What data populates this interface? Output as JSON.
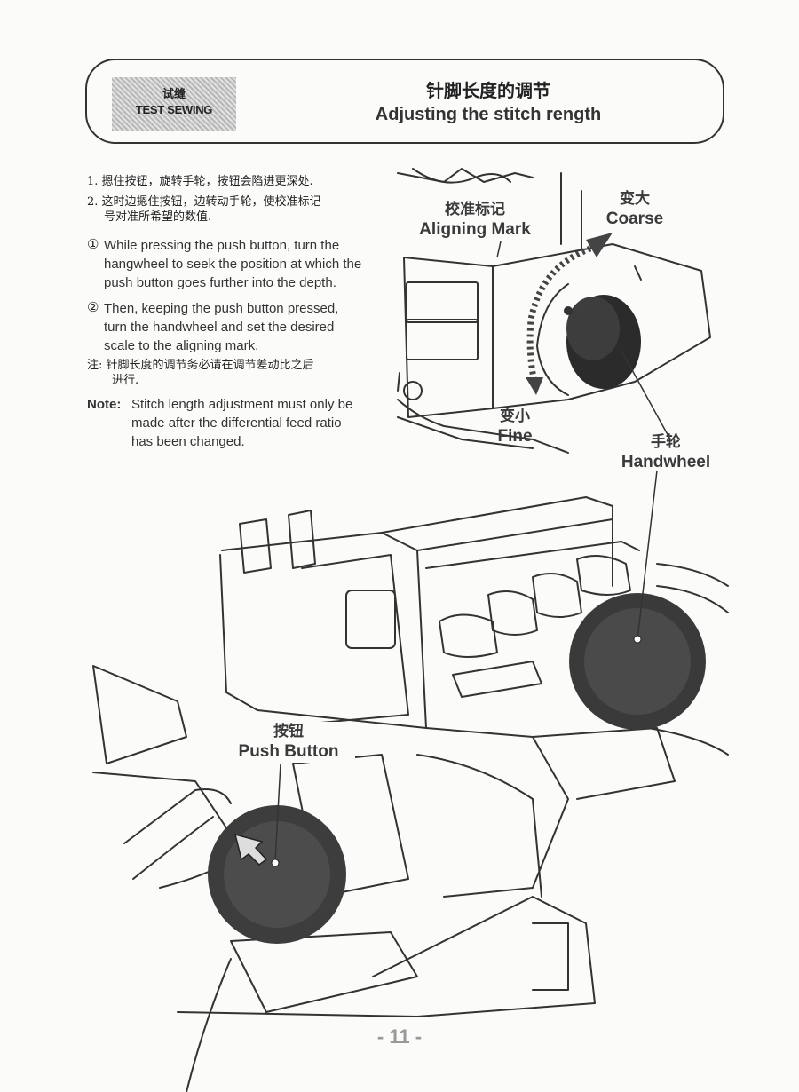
{
  "header": {
    "tag_cn": "试缝",
    "tag_en": "TEST SEWING",
    "title_cn": "针脚长度的调节",
    "title_en": "Adjusting the stitch rength"
  },
  "instructions": {
    "cn_step1": "1. 摁住按钮，旋转手轮，按钮会陷进更深处.",
    "cn_step2_a": "2. 这时边摁住按钮，边转动手轮，使校准标记",
    "cn_step2_b": "号对准所希望的数值.",
    "en_step1_num": "①",
    "en_step1_a": "While pressing the push button, turn the",
    "en_step1_b": "hangwheel to seek the position at which the",
    "en_step1_c": "push button goes further into the depth.",
    "en_step2_num": "②",
    "en_step2_a": "Then, keeping the push button pressed,",
    "en_step2_b": "turn the handwheel and set the desired",
    "en_step2_c": "scale to the aligning mark.",
    "cn_note_a": "注: 针脚长度的调节务必请在调节差动比之后",
    "cn_note_b": "进行.",
    "note_label": "Note:",
    "note_a": "Stitch length adjustment must only be",
    "note_b": "made after the differential feed ratio",
    "note_c": "has been changed."
  },
  "labels": {
    "aligning_cn": "校准标记",
    "aligning_en": "Aligning Mark",
    "coarse_cn": "变大",
    "coarse_en": "Coarse",
    "fine_cn": "变小",
    "fine_en": "Fine",
    "handwheel_cn": "手轮",
    "handwheel_en": "Handwheel",
    "push_cn": "按钮",
    "push_en": "Push Button"
  },
  "page_number": "- 11 -"
}
